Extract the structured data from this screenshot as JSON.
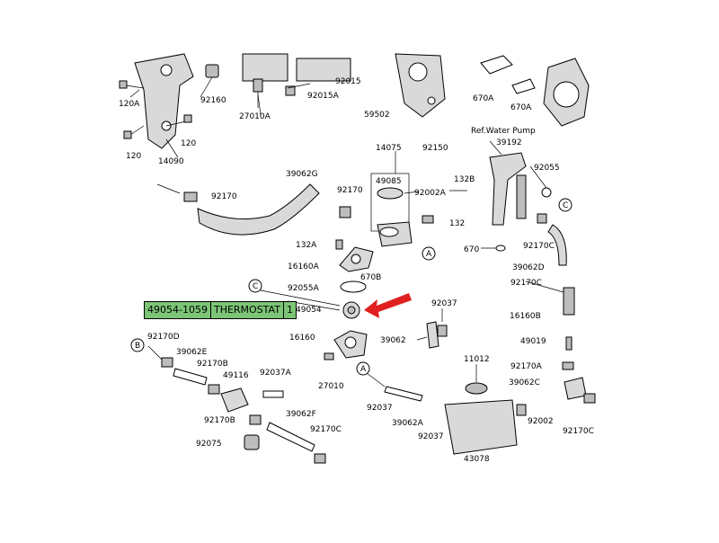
{
  "highlight": {
    "part_number": "49054-1059",
    "description": "THERMOSTAT",
    "quantity": "1",
    "fill_color": "#7cc576",
    "arrow_color": "#e02020"
  },
  "callouts": {
    "c120a": "120A",
    "c120_1": "120",
    "c120_2": "120",
    "c14090": "14090",
    "c92160": "92160",
    "c27010a": "27010A",
    "c92015": "92015",
    "c92015a": "92015A",
    "c59502": "59502",
    "c92150": "92150",
    "c670a_1": "670A",
    "c670a_2": "670A",
    "ref_water_pump": "Ref.Water Pump",
    "c39192": "39192",
    "c14075": "14075",
    "c49085": "49085",
    "c39062g": "39062G",
    "c92170_top": "92170",
    "c92170_mid": "92170",
    "c132b": "132B",
    "c92002a": "92002A",
    "c92055": "92055",
    "c132": "132",
    "c132a": "132A",
    "c16160a": "16160A",
    "c670b": "670B",
    "c670": "670",
    "c92170c_top": "92170C",
    "c39062d": "39062D",
    "c92170c_mid": "92170C",
    "c92055a": "92055A",
    "c49054": "49054",
    "c92037_top": "92037",
    "c16160b": "16160B",
    "c16160": "16160",
    "c39062": "39062",
    "c49019": "49019",
    "c92170d": "92170D",
    "c39062e": "39062E",
    "c92170b_1": "92170B",
    "c49116": "49116",
    "c92037a": "92037A",
    "c27010": "27010",
    "c11012": "11012",
    "c92170a": "92170A",
    "c39062c": "39062C",
    "c92037_mid": "92037",
    "c39062a": "39062A",
    "c92037_low": "92037",
    "c92002": "92002",
    "c92170c_low": "92170C",
    "c92170b_2": "92170B",
    "c39062f": "39062F",
    "c92170c_bot": "92170C",
    "c92075": "92075",
    "c43078": "43078",
    "ref_a1": "A",
    "ref_a2": "A",
    "ref_b": "B",
    "ref_c1": "C",
    "ref_c2": "C"
  }
}
